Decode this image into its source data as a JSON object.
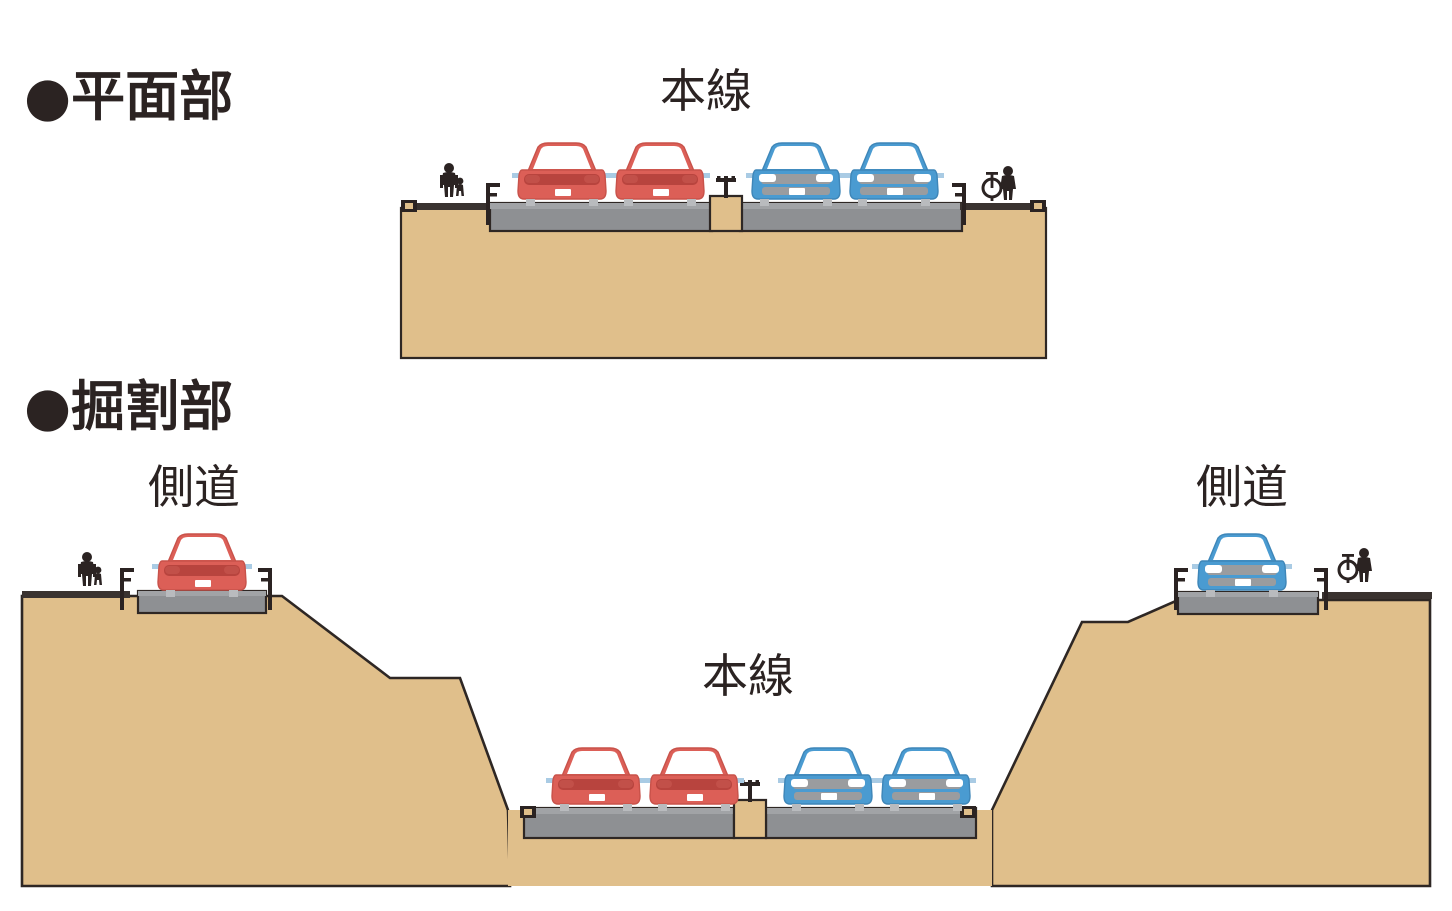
{
  "figure": {
    "title_section_flat": "●平面部",
    "title_section_cut": "●掘割部",
    "bullet_glyph": "●"
  },
  "labels": {
    "mainline_top": "本線",
    "mainline_bottom": "本線",
    "sideroad_left": "側道",
    "sideroad_right": "側道"
  },
  "colors": {
    "earth": "#E0BF8B",
    "earth_outline": "#2E2724",
    "pavement": "#8E9093",
    "pavement_dark": "#7A7C80",
    "car_red": "#DC5F57",
    "car_red_dark": "#B8443E",
    "car_blue": "#4A9BD1",
    "car_blue_glass": "#A9CBE4",
    "ink": "#2B2322",
    "background": "#FFFFFF",
    "white": "#FFFFFF",
    "grille_gray": "#9A9C9F"
  },
  "sections": [
    {
      "id": "flat",
      "heading": "●平面部",
      "roadway_label": "本線",
      "description_items": [
        "pedestrian-sidewalk-left",
        "guardrail-left",
        "mainline-lanes-red-pair",
        "center-median",
        "mainline-lanes-blue-pair",
        "guardrail-right",
        "cyclist-sidewalk-right"
      ],
      "vehicles": [
        {
          "color_name": "red",
          "facing": "away"
        },
        {
          "color_name": "red",
          "facing": "away"
        },
        {
          "color_name": "blue",
          "facing": "toward"
        },
        {
          "color_name": "blue",
          "facing": "toward"
        }
      ],
      "people": [
        {
          "type": "pedestrian",
          "side": "left"
        },
        {
          "type": "cyclist",
          "side": "right"
        }
      ]
    },
    {
      "id": "cut",
      "heading": "●掘割部",
      "roadway_label": "本線",
      "sideroad_label_left": "側道",
      "sideroad_label_right": "側道",
      "description_items": [
        "sideroad-left-with-pedestrian",
        "cut-slope-left",
        "mainline-lanes-red-pair",
        "center-median",
        "mainline-lanes-blue-pair",
        "cut-slope-right",
        "sideroad-right-with-cyclist"
      ],
      "vehicles": [
        {
          "color_name": "red",
          "facing": "away",
          "location": "sideroad-left"
        },
        {
          "color_name": "red",
          "facing": "away",
          "location": "mainline"
        },
        {
          "color_name": "red",
          "facing": "away",
          "location": "mainline"
        },
        {
          "color_name": "blue",
          "facing": "toward",
          "location": "mainline"
        },
        {
          "color_name": "blue",
          "facing": "toward",
          "location": "mainline"
        },
        {
          "color_name": "blue",
          "facing": "toward",
          "location": "sideroad-right"
        }
      ],
      "people": [
        {
          "type": "pedestrian",
          "side": "left"
        },
        {
          "type": "cyclist",
          "side": "right"
        }
      ]
    }
  ]
}
